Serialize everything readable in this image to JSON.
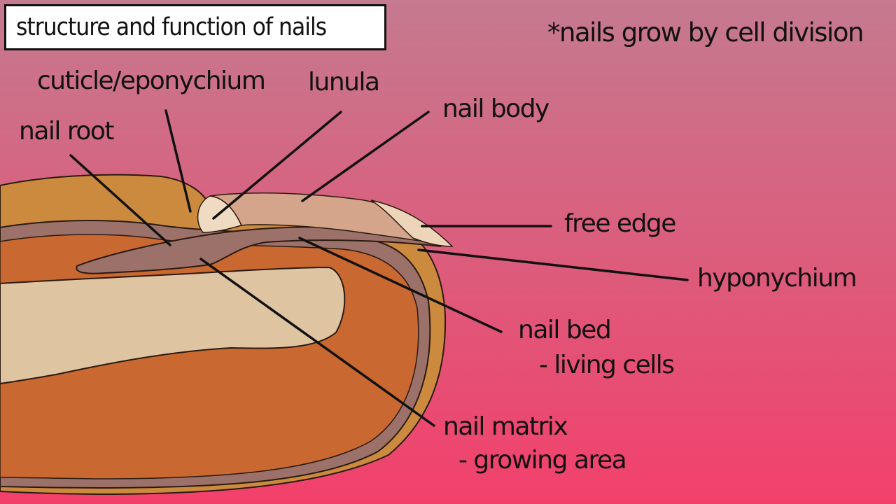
{
  "title": "structure and function of nails",
  "note": "*nails grow by cell division",
  "labels": {
    "cuticle": "cuticle/eponychium",
    "lunula": "lunula",
    "nail_root": "nail root",
    "nail_body": "nail body",
    "free_edge": "free edge",
    "hyponychium": "hyponychium",
    "nail_bed": "nail bed",
    "nail_bed_sub": "- living cells",
    "nail_matrix": "nail matrix",
    "nail_matrix_sub": "- growing area"
  },
  "colors": {
    "background_top": "#c57a8f",
    "background_bottom": "#f2406b",
    "skin_outer": "#cc8a3e",
    "flesh": "#c96830",
    "bone": "#dfc4a2",
    "nail_plate": "#d4a58a",
    "nail_bed": "#9c7169",
    "lunula": "#eedbc1",
    "free_edge": "#ecd5b8",
    "line": "#111111"
  }
}
